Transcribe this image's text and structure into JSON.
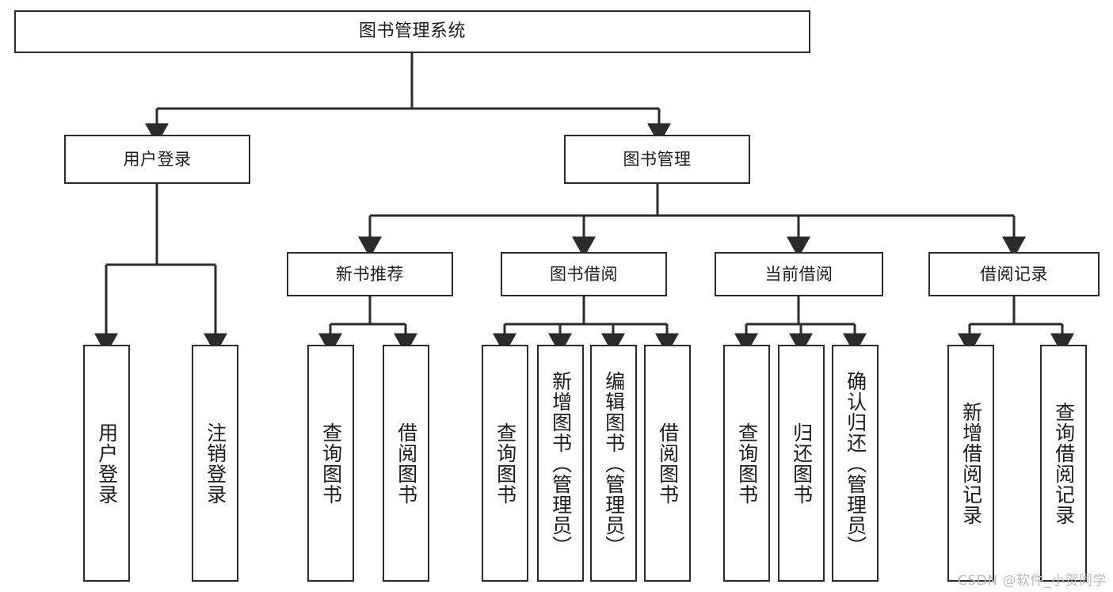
{
  "diagram": {
    "title": "图书管理系统",
    "colors": {
      "stroke": "#2b2b2b",
      "fill": "#ffffff",
      "text": "#1c1c1c",
      "watermark": "#b9b9b9"
    },
    "root": {
      "label": "图书管理系统"
    },
    "level2": [
      {
        "label": "用户登录"
      },
      {
        "label": "图书管理"
      }
    ],
    "level3": [
      {
        "label": "新书推荐"
      },
      {
        "label": "图书借阅"
      },
      {
        "label": "当前借阅"
      },
      {
        "label": "借阅记录"
      }
    ],
    "leaves": [
      {
        "label": "用户登录"
      },
      {
        "label": "注销登录"
      },
      {
        "label": "查询图书"
      },
      {
        "label": "借阅图书"
      },
      {
        "label": "查询图书"
      },
      {
        "label": "新增图书（管理员）"
      },
      {
        "label": "编辑图书（管理员）"
      },
      {
        "label": "借阅图书"
      },
      {
        "label": "查询图书"
      },
      {
        "label": "归还图书"
      },
      {
        "label": "确认归还（管理员）"
      },
      {
        "label": "新增借阅记录"
      },
      {
        "label": "查询借阅记录"
      }
    ]
  },
  "watermark": {
    "text": "CSDN @软件_小贺同学"
  }
}
